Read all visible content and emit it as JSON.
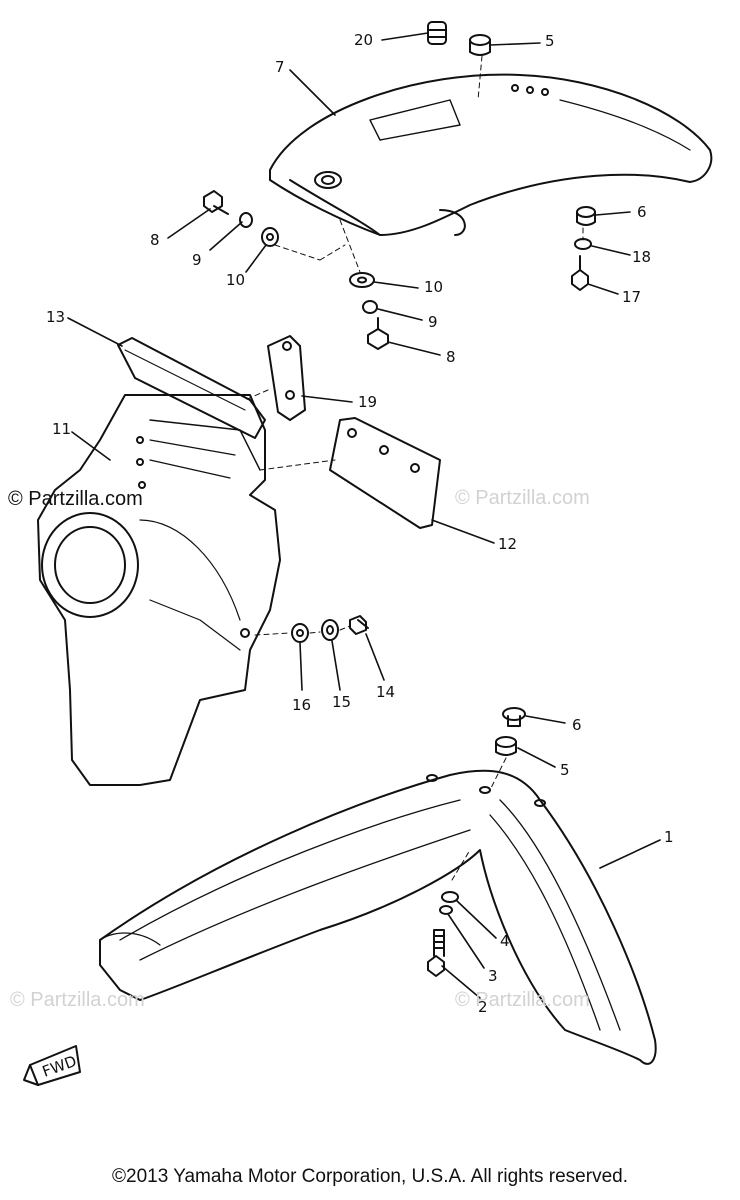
{
  "watermarks": {
    "main": "© Partzilla.com",
    "faint": "© Partzilla.com"
  },
  "callouts": [
    {
      "id": "c20",
      "text": "20"
    },
    {
      "id": "c5a",
      "text": "5"
    },
    {
      "id": "c7",
      "text": "7"
    },
    {
      "id": "c8a",
      "text": "8"
    },
    {
      "id": "c9a",
      "text": "9"
    },
    {
      "id": "c10a",
      "text": "10"
    },
    {
      "id": "c6a",
      "text": "6"
    },
    {
      "id": "c18",
      "text": "18"
    },
    {
      "id": "c17",
      "text": "17"
    },
    {
      "id": "c10b",
      "text": "10"
    },
    {
      "id": "c9b",
      "text": "9"
    },
    {
      "id": "c8b",
      "text": "8"
    },
    {
      "id": "c13",
      "text": "13"
    },
    {
      "id": "c19",
      "text": "19"
    },
    {
      "id": "c11",
      "text": "11"
    },
    {
      "id": "c12",
      "text": "12"
    },
    {
      "id": "c16",
      "text": "16"
    },
    {
      "id": "c15",
      "text": "15"
    },
    {
      "id": "c14",
      "text": "14"
    },
    {
      "id": "c6b",
      "text": "6"
    },
    {
      "id": "c5b",
      "text": "5"
    },
    {
      "id": "c1",
      "text": "1"
    },
    {
      "id": "c4",
      "text": "4"
    },
    {
      "id": "c3",
      "text": "3"
    },
    {
      "id": "c2",
      "text": "2"
    }
  ],
  "fwd_label": "FWD",
  "copyright": "©2013  Yamaha Motor Corporation, U.S.A. All rights reserved."
}
